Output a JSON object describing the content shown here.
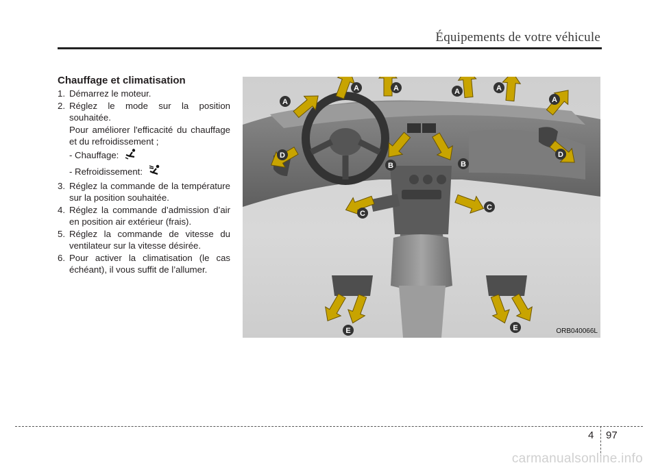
{
  "header": {
    "title": "Équipements de votre véhicule"
  },
  "section": {
    "title": "Chauffage et climatisation",
    "steps": [
      {
        "num": "1.",
        "text": "Démarrez le moteur."
      },
      {
        "num": "2.",
        "text": "Réglez le mode sur la position souhaitée."
      },
      {
        "num": "3.",
        "text": "Réglez la commande de la température sur la position souhaitée."
      },
      {
        "num": "4.",
        "text": "Réglez la commande d’admission d’air en position air extérieur (frais)."
      },
      {
        "num": "5.",
        "text": "Réglez la commande de vitesse du ventilateur sur la vitesse désirée."
      },
      {
        "num": "6.",
        "text": "Pour activer la climatisation (le cas échéant), il vous suffit de l’allumer."
      }
    ],
    "note": "Pour améliorer l'efficacité du chauffage et du refroidissement ;",
    "heating": "- Chauffage:",
    "cooling": "- Refroidissement:"
  },
  "figure": {
    "code": "ORB040066L",
    "labels": {
      "a": "A",
      "b": "B",
      "c": "C",
      "d": "D",
      "e": "E"
    },
    "colors": {
      "arrow": "#c8a400",
      "label_bg": "#333333",
      "label_fg": "#ffffff"
    }
  },
  "footer": {
    "chapter": "4",
    "page": "97",
    "watermark": "carmanualsonline.info"
  }
}
